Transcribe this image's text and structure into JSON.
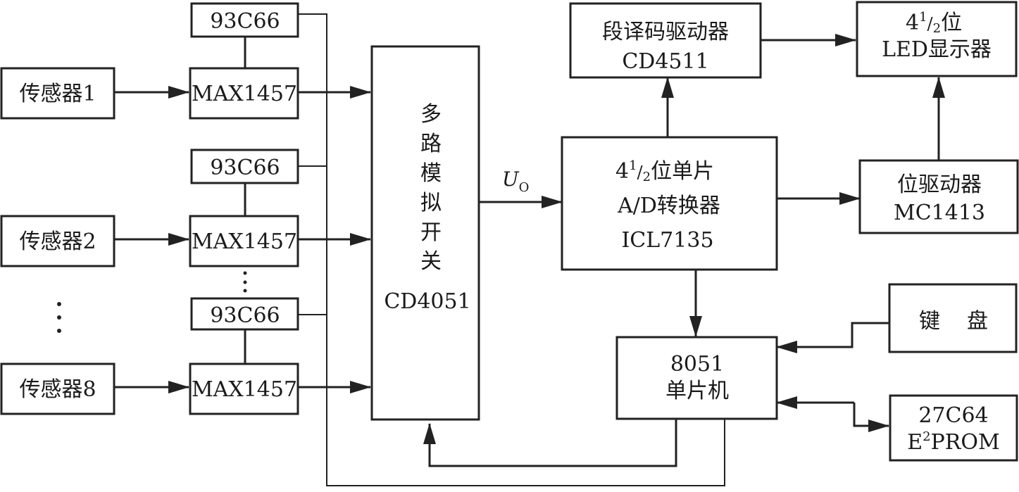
{
  "blocks": {
    "sensor1": "传感器1",
    "sensor2": "传感器2",
    "sensor8": "传感器8",
    "eeprom_chip": "93C66",
    "max_chip": "MAX1457",
    "mux_chars": [
      "多",
      "路",
      "模",
      "拟",
      "开",
      "关"
    ],
    "mux_model": "CD4051",
    "uo_main": "U",
    "uo_sub": "O",
    "seg_driver_name": "段译码驱动器",
    "seg_driver_model": "CD4511",
    "led_num": "4",
    "led_frac_top": "1",
    "led_frac_slash": "/",
    "led_frac_bottom": "2",
    "led_tail": "位",
    "led_line2": "LED显示器",
    "adc_num": "4",
    "adc_frac_top": "1",
    "adc_frac_slash": "/",
    "adc_frac_bottom": "2",
    "adc_tail": "位单片",
    "adc_line2": "A/D转换器",
    "adc_line3": "ICL7135",
    "digit_driver_name": "位驱动器",
    "digit_driver_model": "MC1413",
    "mcu_model": "8051",
    "mcu_name": "单片机",
    "keyboard_c1": "键",
    "keyboard_c2": "盘",
    "prom_model": "27C64",
    "prom_e": "E",
    "prom_sup": "2",
    "prom_tail": "PROM"
  }
}
